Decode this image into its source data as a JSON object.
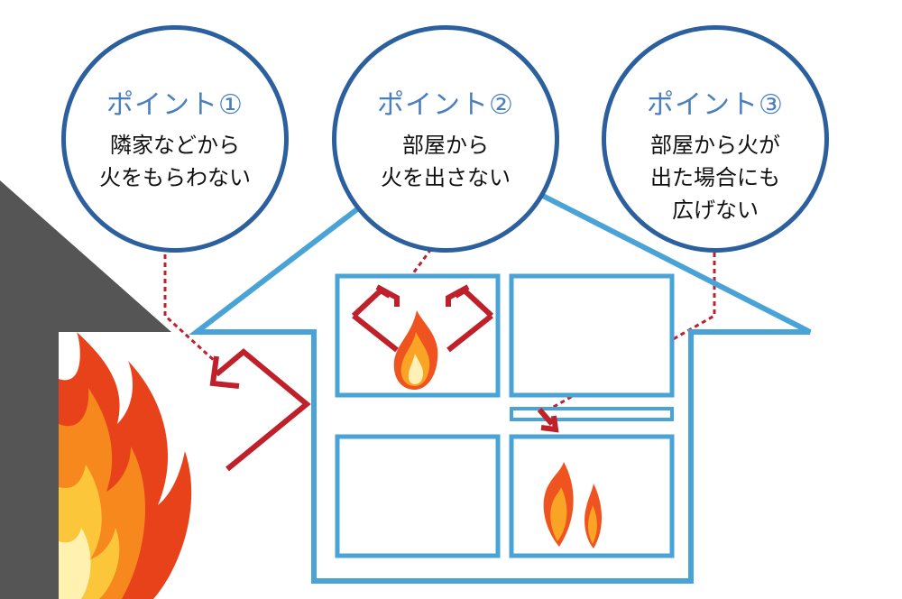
{
  "colors": {
    "circle_border": "#2b5f9e",
    "title_text": "#4a7fbf",
    "house_outline": "#4aa3d6",
    "arrow": "#c0202a",
    "neighbor_roof": "#555555"
  },
  "points": [
    {
      "title": "ポイント①",
      "lines": [
        "隣家などから",
        "火をもらわない"
      ]
    },
    {
      "title": "ポイント②",
      "lines": [
        "部屋から",
        "火を出さない"
      ]
    },
    {
      "title": "ポイント③",
      "lines": [
        "部屋から火が",
        "出た場合にも",
        "広げない"
      ]
    }
  ],
  "icons": [
    "flame-icon",
    "arrow-icon"
  ]
}
